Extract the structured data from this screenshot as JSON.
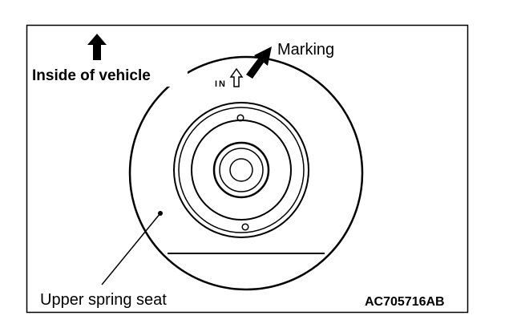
{
  "labels": {
    "inside_of_vehicle": "Inside of vehicle",
    "marking": "Marking",
    "in_mark": "IN",
    "upper_spring_seat": "Upper spring seat",
    "figure_code": "AC705716AB"
  },
  "colors": {
    "line": "#000000",
    "background": "#ffffff"
  },
  "icons": {
    "up_arrow": "solid-up-arrow-icon",
    "pointer_arrow": "solid-diagonal-arrow-icon",
    "in_arrow": "hollow-up-arrow-icon"
  }
}
